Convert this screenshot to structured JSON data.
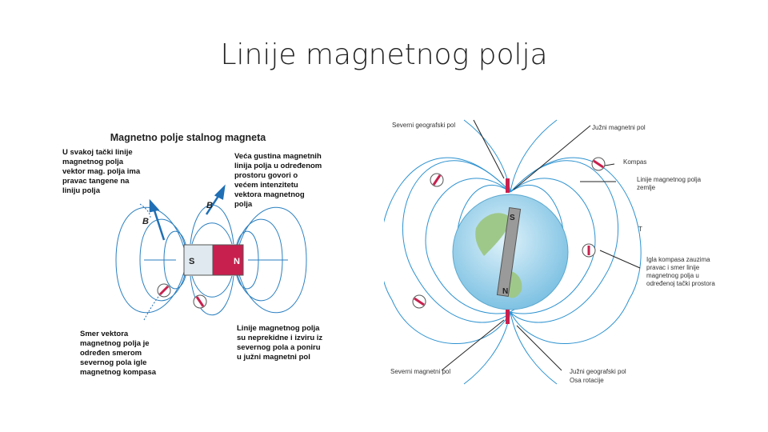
{
  "slide": {
    "title": "Linije magnetnog polja"
  },
  "left_figure": {
    "heading": "Magnetno polje stalnog magneta",
    "note_tangent": "U svakoj tački linije magnetnog polja vektor mag. polja ima pravac tangene na liniju polja",
    "note_density": "Veća gustina magnetnih linija polja u određenom prostoru govori o većem intenzitetu vektora magnetnog polja",
    "note_direction": "Smer vektora magnetnog polja je određen smerom severnog pola igle magnetnog kompasa",
    "note_continuous": "Linije magnetnog polja su neprekidne i izviru iz severnog pola a poniru u južni magnetni pol",
    "vector_label": "B",
    "pole_s": "S",
    "pole_n": "N",
    "colors": {
      "north": "#c8204e",
      "south": "#dfe9ef",
      "field": "#2a7fc0"
    }
  },
  "right_figure": {
    "label_geo_north": "Severni geografski pol",
    "label_mag_south": "Južni magnetni pol",
    "label_compass": "Kompas",
    "label_earth_lines": "Linije magnetnog polja zemlje",
    "label_needle": "Igla kompasa zauzima pravac i smer linije magnetnog polja u određenoj tački prostora",
    "label_mag_north": "Severni magnetni pol",
    "label_geo_south": "Južni geografski pol",
    "label_axis": "Osa rotacije",
    "label_t": "T",
    "bar_s": "S",
    "bar_n": "N",
    "colors": {
      "field": "#2d92d0",
      "ocean": "#a8d8ee",
      "land": "#9ec88a",
      "bar": "#9a9a9a"
    }
  }
}
